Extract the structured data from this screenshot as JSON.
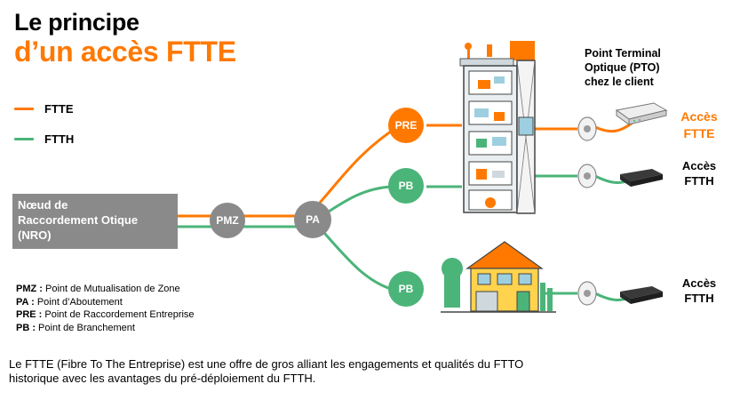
{
  "title": {
    "line1": "Le principe",
    "line2": "d’un accès FTTE"
  },
  "legend": [
    {
      "label": "FTTE",
      "color": "#ff7900"
    },
    {
      "label": "FTTH",
      "color": "#4bb479"
    }
  ],
  "nro": {
    "line1": "Nœud de",
    "line2": "Raccordement Otique",
    "line3": "(NRO)"
  },
  "nodes": {
    "pmz": "PMZ",
    "pa": "PA",
    "pre": "PRE",
    "pb": "PB"
  },
  "glossary": [
    {
      "abbr": "PMZ :",
      "text": " Point de Mutualisation de Zone"
    },
    {
      "abbr": "PA :",
      "text": " Point d’Aboutement"
    },
    {
      "abbr": "PRE :",
      "text": " Point de Raccordement Entreprise"
    },
    {
      "abbr": "PB :",
      "text": " Point de Branchement"
    }
  ],
  "pto": {
    "line1": "Point Terminal",
    "line2": "Optique (PTO)",
    "line3": "chez le client"
  },
  "access": {
    "ftte": {
      "line1": "Accès",
      "line2": "FTTE"
    },
    "ftth": {
      "line1": "Accès",
      "line2": "FTTH"
    }
  },
  "footer": {
    "line1": "Le FTTE (Fibre To The Entreprise) est une offre de gros alliant les engagements et qualités du FTTO",
    "line2": "historique avec les avantages du pré-déploiement du FTTH."
  },
  "colors": {
    "orange": "#ff7900",
    "green": "#4bb479",
    "gray": "#8a8a8a"
  }
}
